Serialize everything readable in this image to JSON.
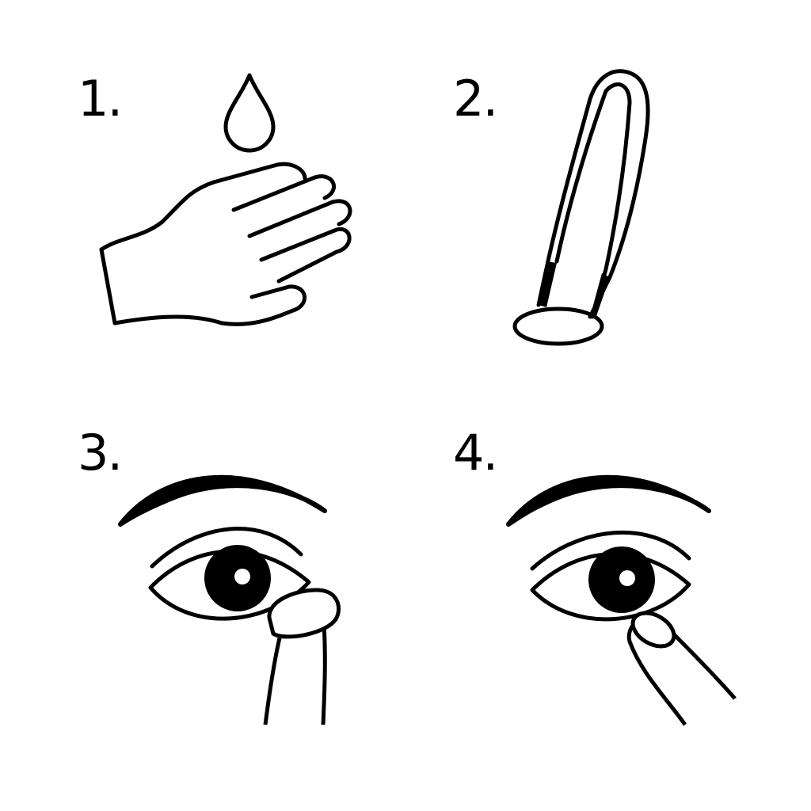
{
  "steps": [
    {
      "label": "1.",
      "icon": "hand-water-drop-icon"
    },
    {
      "label": "2.",
      "icon": "tweezers-lens-icon"
    },
    {
      "label": "3.",
      "icon": "eye-lens-insert-icon"
    },
    {
      "label": "4.",
      "icon": "eye-lens-placed-icon"
    }
  ],
  "colors": {
    "ink": "#000000",
    "background": "#ffffff"
  }
}
